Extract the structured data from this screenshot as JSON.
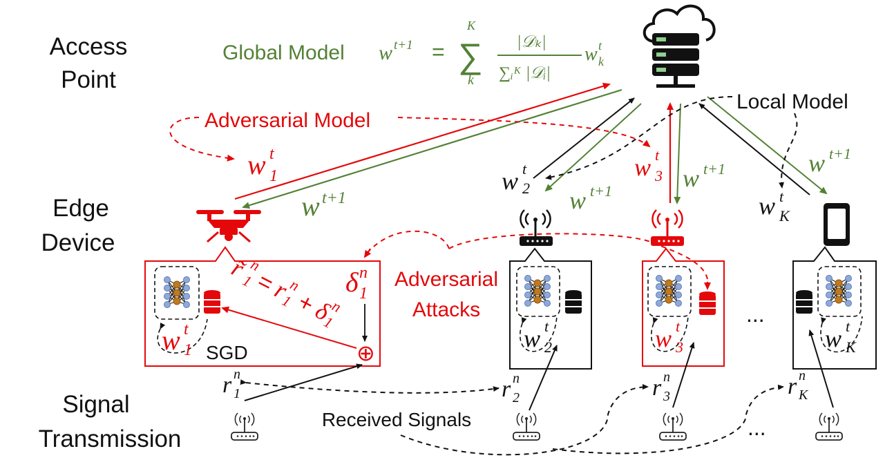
{
  "rows": {
    "access_point": [
      "Access",
      "Point"
    ],
    "edge_device": [
      "Edge",
      "Device"
    ],
    "signal_transmission": [
      "Signal",
      "Transmission"
    ]
  },
  "labels": {
    "global_model": "Global Model",
    "adversarial_model": "Adversarial Model",
    "local_model": "Local Model",
    "adversarial_attacks": [
      "Adversarial",
      "Attacks"
    ],
    "sgd": "SGD",
    "received_signals": "Received Signals",
    "ellipsis": "..."
  },
  "formula": {
    "lhs": "w",
    "lhs_sup": "t+1",
    "sum_top": "K",
    "sum_bottom": "k",
    "sum_symbol": "∑",
    "numerator": "|𝒟ₖ|",
    "denominator": "∑ᵢᴷ |𝒟ᵢ|",
    "tail": "w",
    "tail_sup": "t",
    "tail_sub": "k"
  },
  "devices": [
    {
      "id": "1",
      "kind": "drone",
      "adversarial": true
    },
    {
      "id": "2",
      "kind": "router",
      "adversarial": false
    },
    {
      "id": "3",
      "kind": "router",
      "adversarial": true
    },
    {
      "id": "K",
      "kind": "phone",
      "adversarial": false
    }
  ],
  "math_labels": {
    "w": "w",
    "t": "t",
    "t_plus_1": "t+1",
    "r": "r",
    "r_tilde": "r̃",
    "n": "n",
    "delta": "δ",
    "eq": "=",
    "plus": "+",
    "oplus": "⊕",
    "i1": "1",
    "i2": "2",
    "i3": "3",
    "iK": "K"
  },
  "colors": {
    "adversarial": "#e4080a",
    "global": "#538135",
    "local": "#111111"
  },
  "icons": {
    "server": "server-cloud-icon",
    "drone": "drone-icon",
    "router": "wifi-router-icon",
    "phone": "smartphone-icon",
    "nn": "neural-network-icon",
    "db": "database-icon",
    "antenna": "antenna-icon"
  }
}
